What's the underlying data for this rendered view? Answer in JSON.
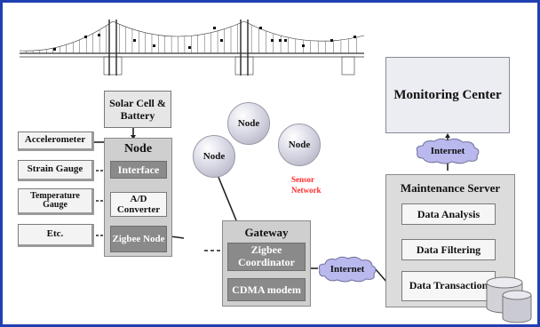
{
  "sensors": [
    "Accelerometer",
    "Strain Gauge",
    "Temperature Gauge",
    "Etc."
  ],
  "solar_label": "Solar Cell & Battery",
  "node_unit": {
    "title": "Node",
    "interface": "Interface",
    "converter": "A/D Converter",
    "zigbee": "Zigbee Node"
  },
  "cloud_nodes": [
    "Node",
    "Node",
    "Node"
  ],
  "sensor_network_label": "Sensor Network",
  "gateway": {
    "title": "Gateway",
    "coordinator": "Zigbee Coordinator",
    "modem": "CDMA modem"
  },
  "internet_labels": [
    "Internet",
    "Internet"
  ],
  "monitoring_center": "Monitoring Center",
  "maintenance_server": {
    "title": "Maintenance Server",
    "analysis": "Data Analysis",
    "filtering": "Data Filtering",
    "transaction": "Data Transaction"
  },
  "colors": {
    "frame_border": "#1f3fb0",
    "cloud_fill": "#b9b9ee",
    "sensor_network_text": "#ff2a2a",
    "module_fill": "#8a8a8a"
  }
}
